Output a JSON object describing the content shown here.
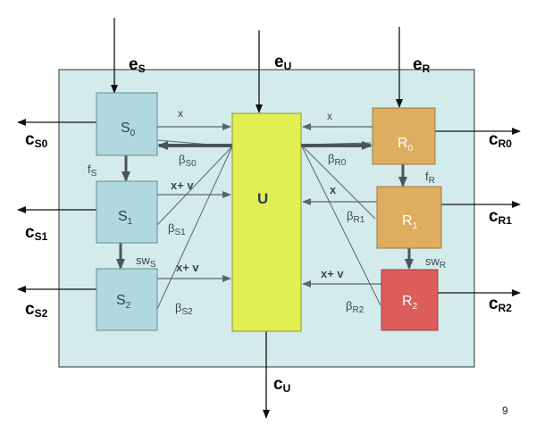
{
  "colors": {
    "container": "#d4ebec",
    "s_box": "#b0d9df",
    "u_box": "#e2ef52",
    "r_box": "#dfad5f",
    "r2_box": "#dd5c5c",
    "line": "#5a6470",
    "arrow_dark": "#4a5560"
  },
  "inputs": {
    "es": {
      "main": "e",
      "sub": "S"
    },
    "eu": {
      "main": "e",
      "sub": "U"
    },
    "er": {
      "main": "e",
      "sub": "R"
    }
  },
  "nodes": {
    "s0": {
      "main": "S",
      "sub": "0"
    },
    "s1": {
      "main": "S",
      "sub": "1"
    },
    "s2": {
      "main": "S",
      "sub": "2"
    },
    "u": {
      "main": "U"
    },
    "r0": {
      "main": "R",
      "sub": "0"
    },
    "r1": {
      "main": "R",
      "sub": "1"
    },
    "r2": {
      "main": "R",
      "sub": "2"
    }
  },
  "outputs": {
    "cs0": {
      "main": "c",
      "sub": "S0"
    },
    "cs1": {
      "main": "c",
      "sub": "S1"
    },
    "cs2": {
      "main": "c",
      "sub": "S2"
    },
    "cr0": {
      "main": "c",
      "sub": "R0"
    },
    "cr1": {
      "main": "c",
      "sub": "R1"
    },
    "cr2": {
      "main": "c",
      "sub": "R2"
    },
    "cu": {
      "main": "c",
      "sub": "U"
    }
  },
  "edge_labels": {
    "x_s0": "x",
    "x_r0": "x",
    "x_s1": "x+ v",
    "x_r1": "x",
    "x_s2": "x+ v",
    "x_r2": "x+ v",
    "beta_s0": {
      "main": "β",
      "sub": "S0"
    },
    "beta_s1": {
      "main": "β",
      "sub": "S1"
    },
    "beta_s2": {
      "main": "β",
      "sub": "S2"
    },
    "beta_r0": {
      "main": "β",
      "sub": "R0"
    },
    "beta_r1": {
      "main": "β",
      "sub": "R1"
    },
    "beta_r2": {
      "main": "β",
      "sub": "R2"
    },
    "fs": {
      "main": "f",
      "sub": "S"
    },
    "fr": {
      "main": "f",
      "sub": "R"
    },
    "sws": {
      "main": "sw",
      "sub": "S"
    },
    "swr": {
      "main": "sw",
      "sub": "R"
    }
  },
  "page_number": "9"
}
